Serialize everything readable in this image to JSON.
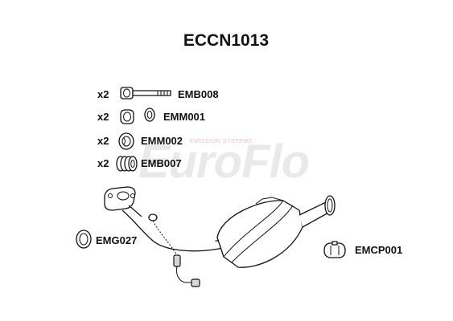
{
  "title": "ECCN1013",
  "watermark": {
    "brand": "EuroFlo",
    "tagline": "EMISSION SYSTEMS",
    "brand_color": "#e9e9e9",
    "tagline_color": "#f3b7b7"
  },
  "parts_list": [
    {
      "qty": "x2",
      "code": "EMB008",
      "icon": "bolt-icon"
    },
    {
      "qty": "x2",
      "code": "EMM001",
      "icon": "spring-icon"
    },
    {
      "qty": "x2",
      "code": "EMM002",
      "icon": "nut-icon"
    },
    {
      "qty": "x2",
      "code": "EMB007",
      "icon": "spring-stack-icon"
    }
  ],
  "callouts": {
    "gasket": {
      "code": "EMG027",
      "icon": "gasket-icon"
    },
    "clamp": {
      "code": "EMCP001",
      "icon": "clamp-icon"
    }
  },
  "main_part": {
    "icon": "catalytic-converter-icon"
  }
}
